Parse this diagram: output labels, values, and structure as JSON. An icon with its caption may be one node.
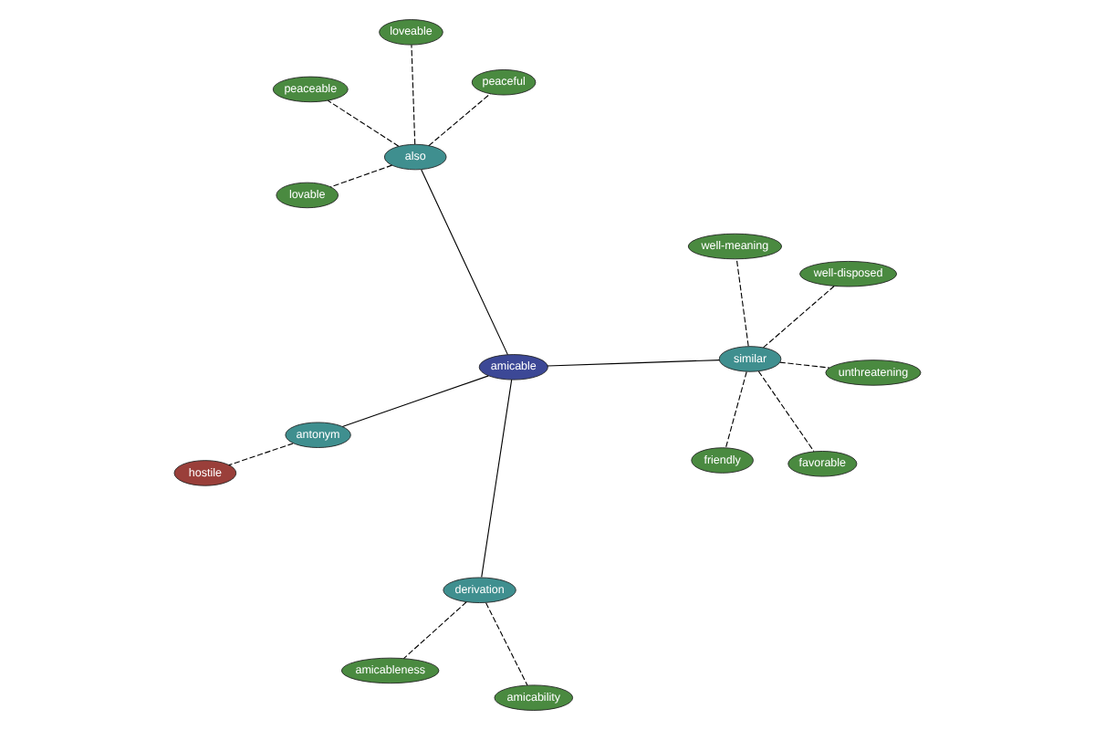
{
  "diagram": {
    "nodes": [
      {
        "text": [
          "peaceable"
        ]
      },
      {
        "text": [
          "peaceful"
        ]
      },
      {
        "text": [
          "lovable"
        ]
      },
      {
        "text": [
          "also"
        ]
      },
      {
        "text": [
          "loveable"
        ]
      },
      {
        "text": [
          "amicableness"
        ]
      },
      {
        "text": [
          "derivation"
        ]
      },
      {
        "text": [
          "amicability"
        ]
      },
      {
        "text": [
          "friendly"
        ]
      },
      {
        "text": [
          "amicable"
        ]
      },
      {
        "text": [
          "antonym"
        ]
      },
      {
        "text": [
          "hostile"
        ]
      },
      {
        "text": [
          "similar"
        ]
      },
      {
        "text": [
          "well-disposed"
        ]
      },
      {
        "text": [
          "well-meaning"
        ]
      },
      {
        "text": [
          "favorable"
        ]
      },
      {
        "text": [
          "unthreatening"
        ]
      }
    ],
    "edges": [
      {
        "from": 9,
        "to": 3,
        "arrow": "none"
      },
      {
        "from": 9,
        "to": 6,
        "arrow": "none"
      },
      {
        "from": 9,
        "to": 10,
        "arrow": "none"
      },
      {
        "from": 9,
        "to": 12,
        "arrow": "none"
      },
      {
        "from": 3,
        "to": 0,
        "arrow": "none",
        "style": "dashed"
      },
      {
        "from": 3,
        "to": 1,
        "arrow": "none",
        "style": "dashed"
      },
      {
        "from": 3,
        "to": 2,
        "arrow": "none",
        "style": "dashed"
      },
      {
        "from": 3,
        "to": 4,
        "arrow": "none",
        "style": "dashed"
      },
      {
        "from": 6,
        "to": 5,
        "arrow": "none",
        "style": "dashed"
      },
      {
        "from": 6,
        "to": 7,
        "arrow": "none",
        "style": "dashed"
      },
      {
        "from": 10,
        "to": 11,
        "arrow": "none",
        "style": "dashed"
      },
      {
        "from": 12,
        "to": 8,
        "arrow": "none",
        "style": "dashed"
      },
      {
        "from": 12,
        "to": 13,
        "arrow": "none",
        "style": "dashed"
      },
      {
        "from": 12,
        "to": 14,
        "arrow": "none",
        "style": "dashed"
      },
      {
        "from": 12,
        "to": 15,
        "arrow": "none",
        "style": "dashed"
      },
      {
        "from": 12,
        "to": 16,
        "arrow": "none",
        "style": "dashed"
      }
    ]
  }
}
